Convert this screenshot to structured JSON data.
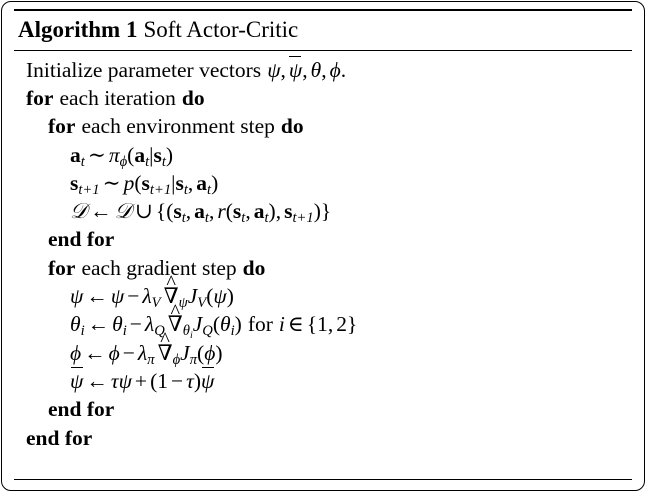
{
  "figure": {
    "kind": "algorithm-pseudocode-block",
    "title": {
      "label_keyword": "Algorithm 1",
      "name": "Soft Actor-Critic"
    },
    "lines": [
      {
        "id": "init",
        "indent": 0,
        "text": "Initialize parameter vectors ψ, ψ̄, θ, φ."
      },
      {
        "id": "for-iteration",
        "indent": 0,
        "text": "for each iteration do"
      },
      {
        "id": "for-env-step",
        "indent": 1,
        "text": "for each environment step do"
      },
      {
        "id": "sample-action",
        "indent": 2,
        "text": "a_t ~ π_φ(a_t|s_t)"
      },
      {
        "id": "sample-next-state",
        "indent": 2,
        "text": "s_{t+1} ~ p(s_{t+1}|s_t, a_t)"
      },
      {
        "id": "append-replay-buffer",
        "indent": 2,
        "text": "D ← D ∪ {(s_t, a_t, r(s_t, a_t), s_{t+1})}"
      },
      {
        "id": "end-for-env-step",
        "indent": 1,
        "text": "end for"
      },
      {
        "id": "for-gradient-step",
        "indent": 1,
        "text": "for each gradient step do"
      },
      {
        "id": "update-psi",
        "indent": 2,
        "text": "ψ ← ψ − λ_V ∇̂_ψ J_V(ψ)"
      },
      {
        "id": "update-theta",
        "indent": 2,
        "text": "θ_i ← θ_i − λ_Q ∇̂_{θ_i} J_Q(θ_i) for i ∈ {1, 2}"
      },
      {
        "id": "update-phi",
        "indent": 2,
        "text": "φ ← φ − λ_π ∇̂_φ J_π(φ)"
      },
      {
        "id": "update-psi-bar",
        "indent": 2,
        "text": "ψ̄ ← τψ + (1 − τ)ψ̄"
      },
      {
        "id": "end-for-gradient-step",
        "indent": 1,
        "text": "end for"
      },
      {
        "id": "end-for-iteration",
        "indent": 0,
        "text": "end for"
      }
    ],
    "words": {
      "for": "for",
      "do": "do",
      "end_for": "end for",
      "each_iteration": "each iteration",
      "each_environment_step": "each environment step",
      "each_gradient_step": "each gradient step",
      "initialize_prefix": "Initialize parameter vectors",
      "for_index": "for",
      "period": ".",
      "comma": ",",
      "one": "1",
      "two": "2"
    },
    "symbols": {
      "psi": "ψ",
      "psi_bar": "ψ",
      "theta": "θ",
      "phi": "ϕ",
      "pi": "π",
      "tau": "τ",
      "lambda": "λ",
      "nabla": "∇",
      "D": "𝒟",
      "J": "J",
      "V": "V",
      "Q": "Q",
      "i": "i",
      "t": "t",
      "a": "a",
      "s": "s",
      "r": "r",
      "p": "p",
      "sim": "∼",
      "leftarrow": "←",
      "cup": "∪",
      "in": "∈",
      "minus": "−",
      "plus": "+",
      "mid": "|",
      "t_plus_1": "t+1"
    },
    "colors": {
      "text": "#000000",
      "background": "#ffffff",
      "rule": "#000000"
    }
  }
}
